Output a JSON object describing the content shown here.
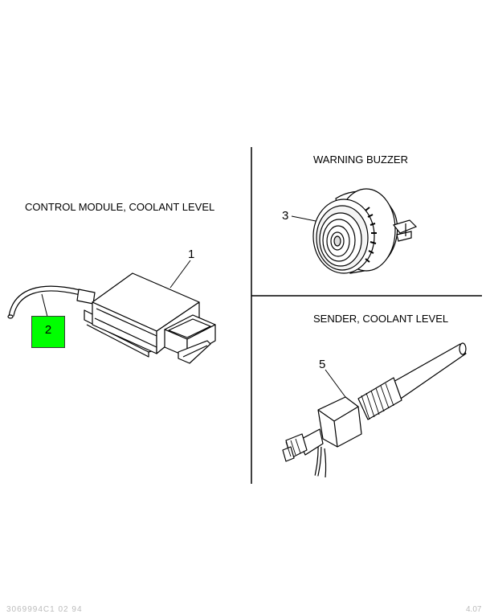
{
  "labels": {
    "control_module": "CONTROL MODULE, COOLANT LEVEL",
    "warning_buzzer": "WARNING BUZZER",
    "sender": "SENDER, COOLANT LEVEL"
  },
  "callouts": {
    "module": "1",
    "wire": "2",
    "buzzer": "3",
    "sender": "5"
  },
  "highlight_color": "#00ff00",
  "footer": {
    "left": "3069994C1 02 94",
    "right": "4.07"
  }
}
